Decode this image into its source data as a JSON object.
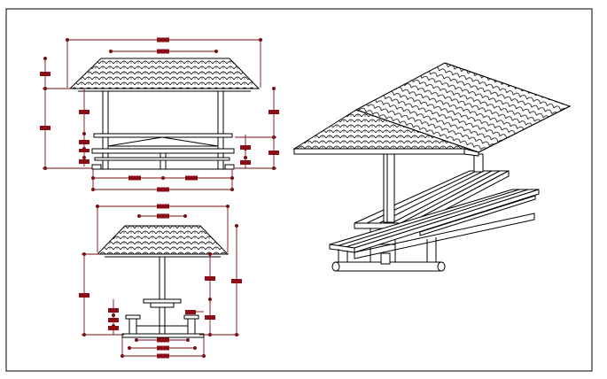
{
  "drawing": {
    "views": [
      {
        "id": "front-elevation"
      },
      {
        "id": "side-elevation"
      },
      {
        "id": "perspective"
      }
    ],
    "colors": {
      "line": "#000000",
      "dimension": "#7a0f14",
      "dimension_tag": "#8b0d15",
      "background": "#ffffff"
    },
    "dimension_tags_legible": false
  }
}
